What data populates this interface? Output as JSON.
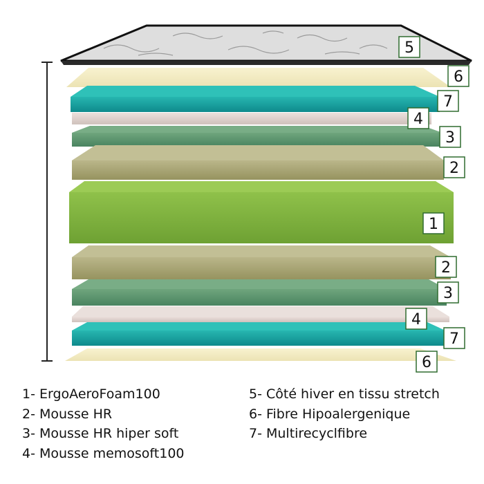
{
  "colors": {
    "cream": "#f3edc5",
    "teal": "#1aa3a0",
    "pink": "#e0d4d0",
    "sage": "#5c9670",
    "khaki": "#a8a57a",
    "green": "#7fb23f",
    "cover": "#dcdcdc",
    "tag_border": "#2f6b2f"
  },
  "layers": [
    {
      "id": "cover-top",
      "number": "5",
      "material": "cover"
    },
    {
      "id": "fibre-top",
      "number": "6",
      "material": "cream"
    },
    {
      "id": "multi-top",
      "number": "7",
      "material": "teal"
    },
    {
      "id": "memo-top",
      "number": "4",
      "material": "pink"
    },
    {
      "id": "hrsoft-top",
      "number": "3",
      "material": "sage"
    },
    {
      "id": "hr-top",
      "number": "2",
      "material": "khaki"
    },
    {
      "id": "core",
      "number": "1",
      "material": "green"
    },
    {
      "id": "hr-bottom",
      "number": "2",
      "material": "khaki"
    },
    {
      "id": "hrsoft-bottom",
      "number": "3",
      "material": "sage"
    },
    {
      "id": "memo-bottom",
      "number": "4",
      "material": "pink"
    },
    {
      "id": "multi-bottom",
      "number": "7",
      "material": "teal"
    },
    {
      "id": "fibre-bottom",
      "number": "6",
      "material": "cream"
    }
  ],
  "legend_left": [
    "1- ErgoAeroFoam100",
    "2- Mousse HR",
    "3- Mousse HR hiper soft",
    "4- Mousse memosoft100"
  ],
  "legend_right": [
    "5- Côté hiver en tissu stretch",
    "6- Fibre Hipoalergenique",
    "7- Multirecyclfibre"
  ]
}
